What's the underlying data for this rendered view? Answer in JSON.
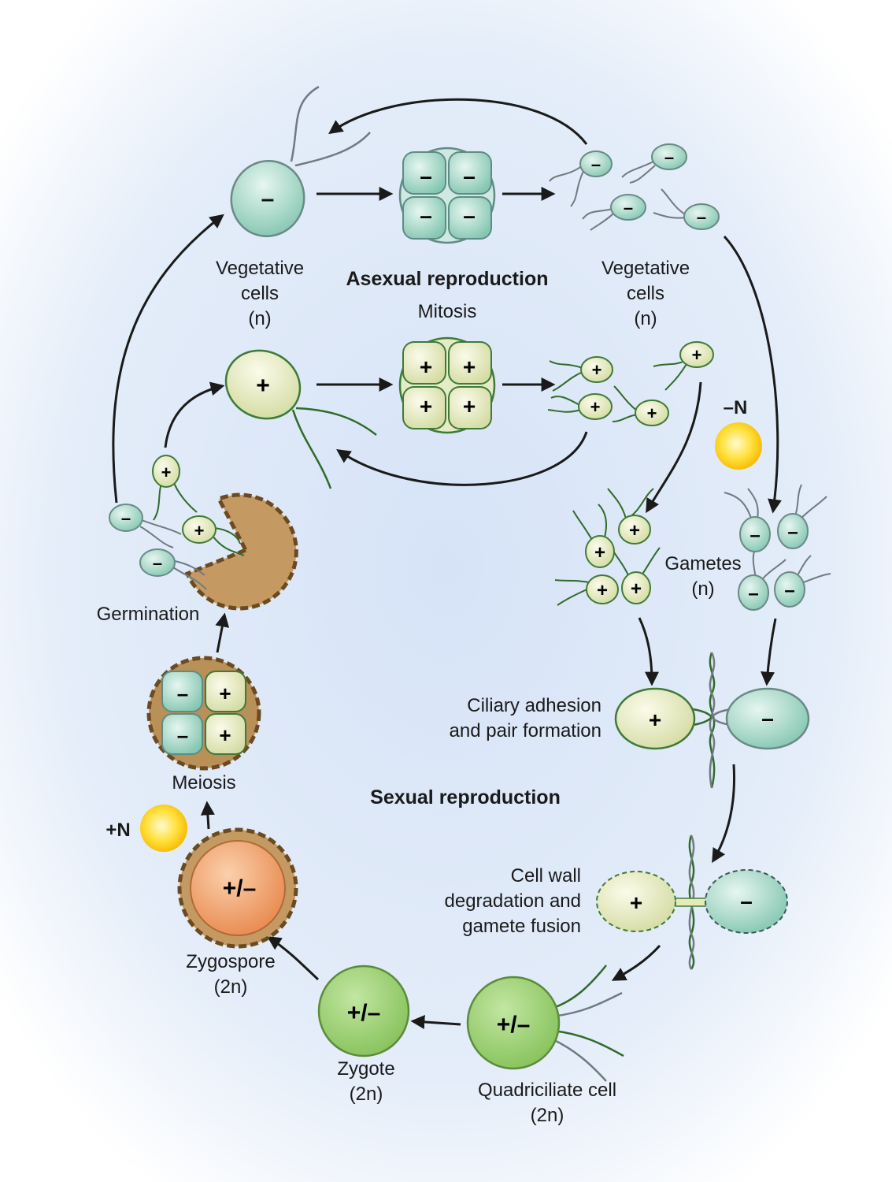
{
  "section_titles": {
    "asexual": "Asexual reproduction",
    "sexual": "Sexual reproduction"
  },
  "labels": {
    "veg_left": [
      "Vegetative",
      "cells",
      "(n)"
    ],
    "veg_right": [
      "Vegetative",
      "cells",
      "(n)"
    ],
    "mitosis": "Mitosis",
    "germination": "Germination",
    "meiosis": "Meiosis",
    "gametes": [
      "Gametes",
      "(n)"
    ],
    "ciliary": [
      "Ciliary adhesion",
      "and pair formation"
    ],
    "cellwall": [
      "Cell wall",
      "degradation and",
      "gamete fusion"
    ],
    "zygospore": [
      "Zygospore",
      "(2n)"
    ],
    "zygote": [
      "Zygote",
      "(2n)"
    ],
    "quadriciliate": [
      "Quadriciliate cell",
      "(2n)"
    ]
  },
  "conditions": {
    "minus_n": "–N",
    "plus_n": "+N"
  },
  "signs": {
    "plus": "+",
    "minus": "–",
    "plusminus": "+/–"
  },
  "colors": {
    "minus_cell": "#a8d8c8",
    "plus_cell": "#e8ecc0",
    "zygote": "#9ccf74",
    "zygospore": "#f0a068",
    "spore_wall": "#8a6a3c",
    "flagellum_plus": "#2f6b2a",
    "flagellum_minus": "#707a80",
    "sun": "#ffd21a",
    "background": "#dfe9f7"
  }
}
